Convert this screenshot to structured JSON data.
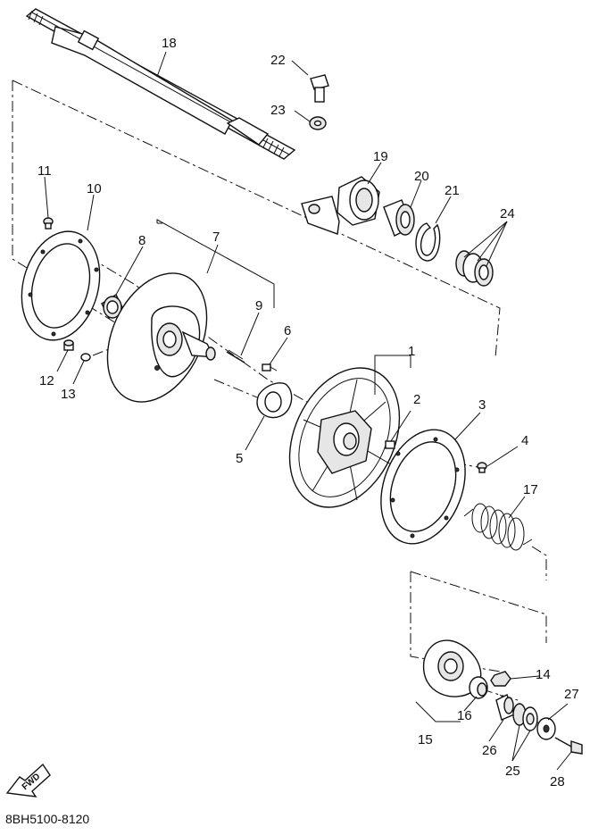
{
  "diagram": {
    "catalog_code": "8BH5100-8120",
    "fwd_label": "FWD",
    "callouts": [
      {
        "id": "c1",
        "text": "1"
      },
      {
        "id": "c2",
        "text": "2"
      },
      {
        "id": "c3",
        "text": "3"
      },
      {
        "id": "c4",
        "text": "4"
      },
      {
        "id": "c5",
        "text": "5"
      },
      {
        "id": "c6",
        "text": "6"
      },
      {
        "id": "c7",
        "text": "7"
      },
      {
        "id": "c8",
        "text": "8"
      },
      {
        "id": "c9",
        "text": "9"
      },
      {
        "id": "c10",
        "text": "10"
      },
      {
        "id": "c11",
        "text": "11"
      },
      {
        "id": "c12",
        "text": "12"
      },
      {
        "id": "c13",
        "text": "13"
      },
      {
        "id": "c14",
        "text": "14"
      },
      {
        "id": "c15",
        "text": "15"
      },
      {
        "id": "c16",
        "text": "16"
      },
      {
        "id": "c17",
        "text": "17"
      },
      {
        "id": "c18",
        "text": "18"
      },
      {
        "id": "c19",
        "text": "19"
      },
      {
        "id": "c20",
        "text": "20"
      },
      {
        "id": "c21",
        "text": "21"
      },
      {
        "id": "c22",
        "text": "22"
      },
      {
        "id": "c23",
        "text": "23"
      },
      {
        "id": "c24",
        "text": "24"
      },
      {
        "id": "c25",
        "text": "25"
      },
      {
        "id": "c26",
        "text": "26"
      },
      {
        "id": "c27",
        "text": "27"
      },
      {
        "id": "c28",
        "text": "28"
      }
    ]
  }
}
